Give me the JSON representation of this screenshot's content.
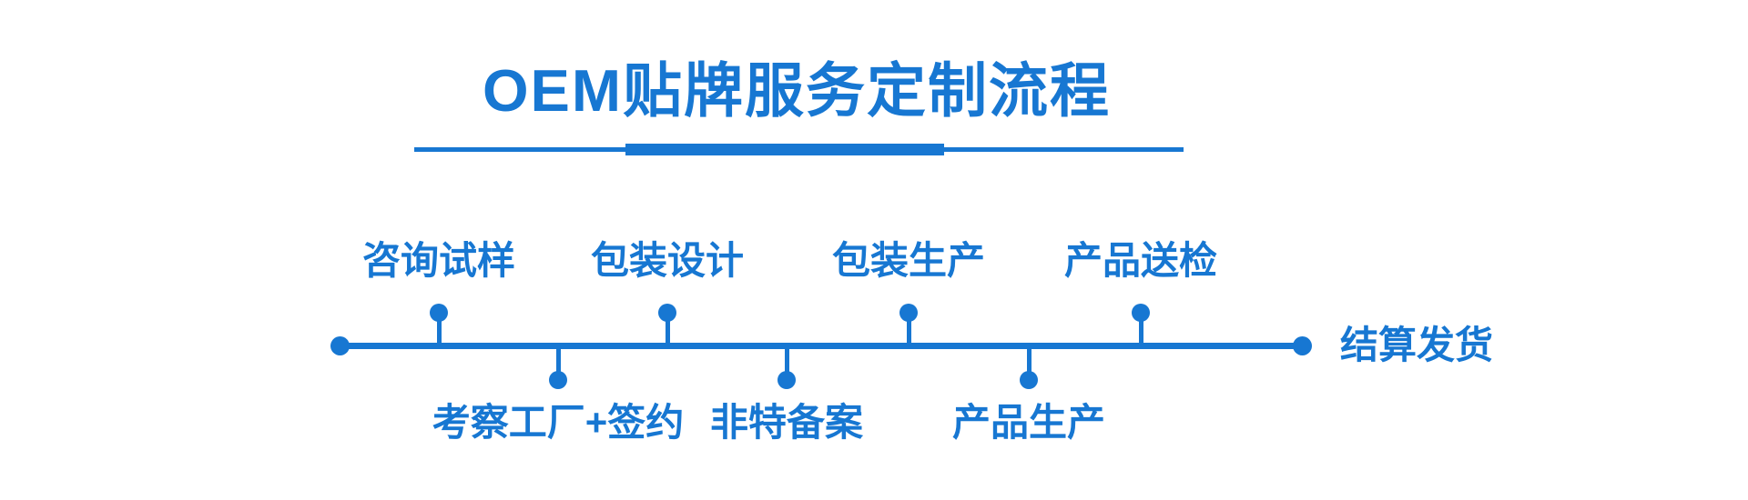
{
  "title": {
    "text": "OEM贴牌服务定制流程"
  },
  "colors": {
    "accent": "#1777d2",
    "background": "#ffffff"
  },
  "timeline": {
    "steps_top": [
      {
        "label": "咨询试样"
      },
      {
        "label": "包装设计"
      },
      {
        "label": "包装生产"
      },
      {
        "label": "产品送检"
      }
    ],
    "steps_bottom": [
      {
        "label": "考察工厂+签约"
      },
      {
        "label": "非特备案"
      },
      {
        "label": "产品生产"
      }
    ],
    "end_label": "结算发货"
  }
}
